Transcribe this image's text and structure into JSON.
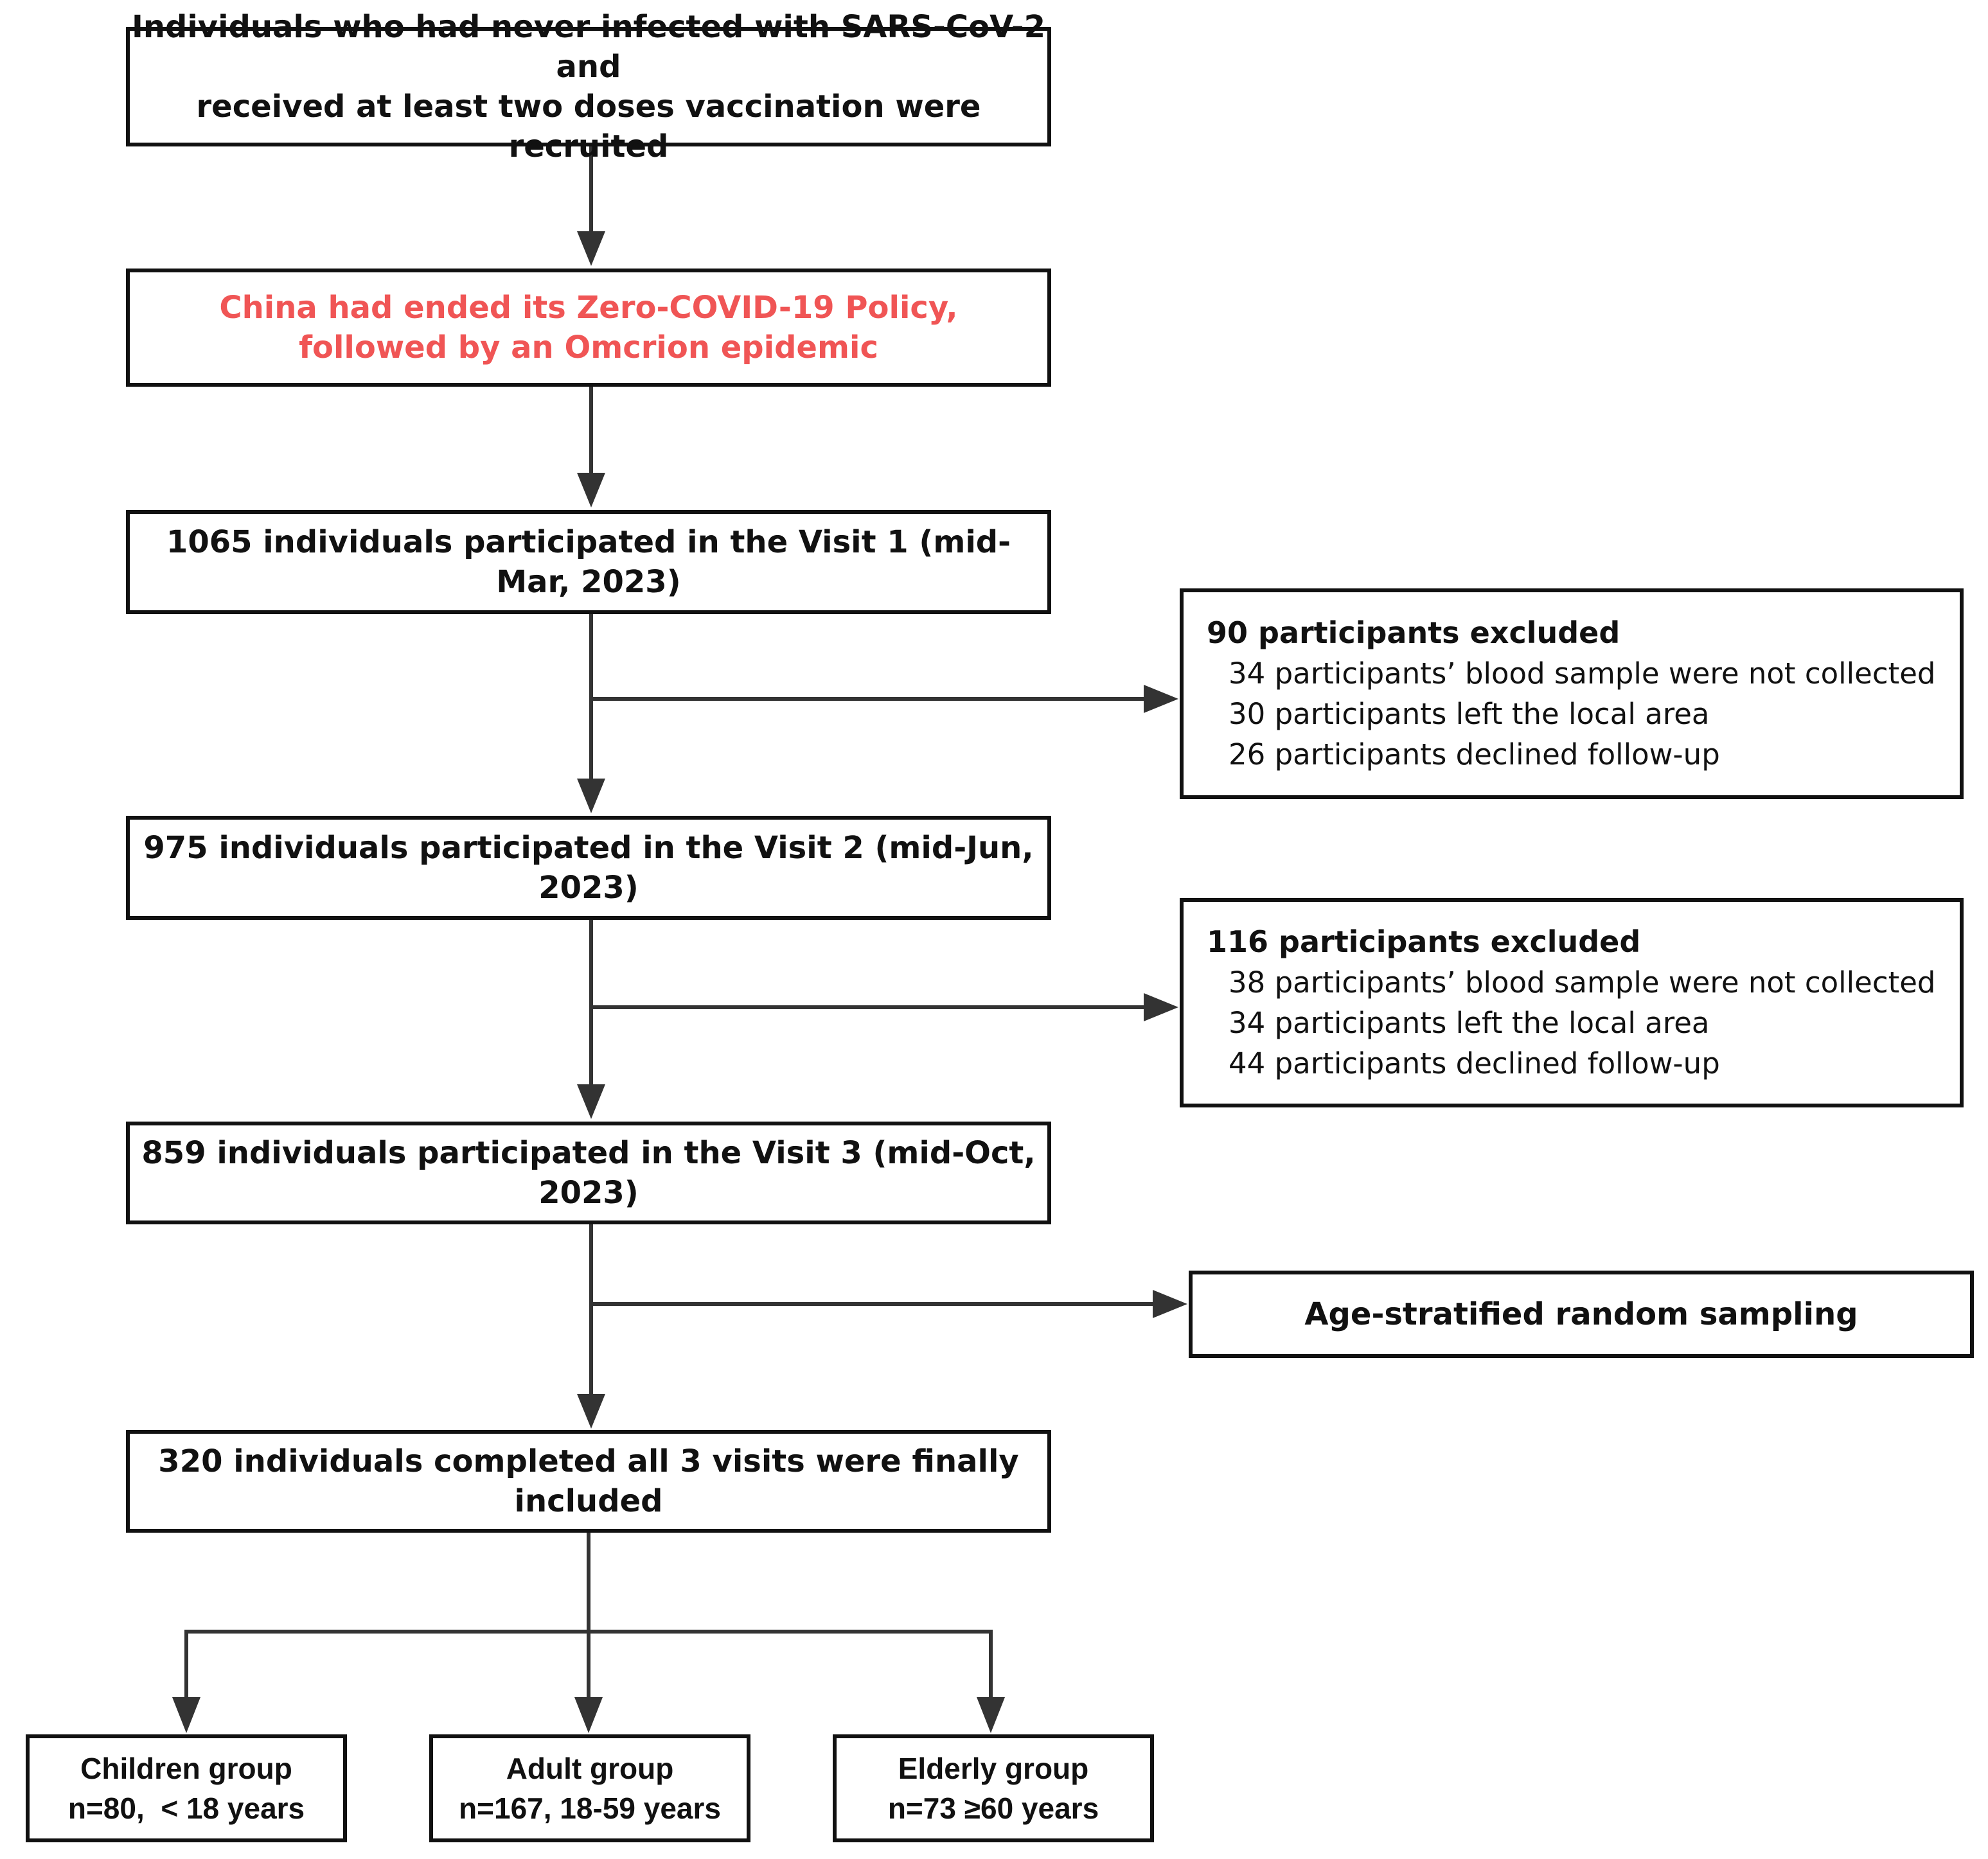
{
  "nodes": {
    "recruit": {
      "line1": "Individuals who had never infected with SARS-CoV-2 and",
      "line2": "received at least two doses vaccination were recruited"
    },
    "policy": {
      "line1": "China had ended its Zero-COVID-19 Policy,",
      "line2": "followed by an Omcrion epidemic",
      "color": "#f05555"
    },
    "visit1": {
      "text": "1065 individuals participated in the Visit 1 (mid-Mar, 2023)"
    },
    "visit2": {
      "text": "975 individuals participated in the Visit 2 (mid-Jun, 2023)"
    },
    "visit3": {
      "text": "859 individuals participated in the Visit 3 (mid-Oct, 2023)"
    },
    "final": {
      "text": "320 individuals completed all 3 visits were finally included"
    }
  },
  "exclusions": [
    {
      "title": "90 participants excluded",
      "items": [
        "34 participants’ blood sample were not collected",
        "30 participants left the local area",
        "26 participants declined follow-up"
      ]
    },
    {
      "title": "116 participants excluded",
      "items": [
        "38 participants’ blood sample were not collected",
        "34 participants left the local area",
        "44 participants declined follow-up"
      ]
    }
  ],
  "sampling": {
    "text": "Age-stratified random sampling"
  },
  "groups": [
    {
      "name": "Children group",
      "detail": "n=80,  < 18 years"
    },
    {
      "name": "Adult group",
      "detail": "n=167, 18-59 years"
    },
    {
      "name": "Elderly group",
      "detail": "n=73 ≥60 years"
    }
  ]
}
